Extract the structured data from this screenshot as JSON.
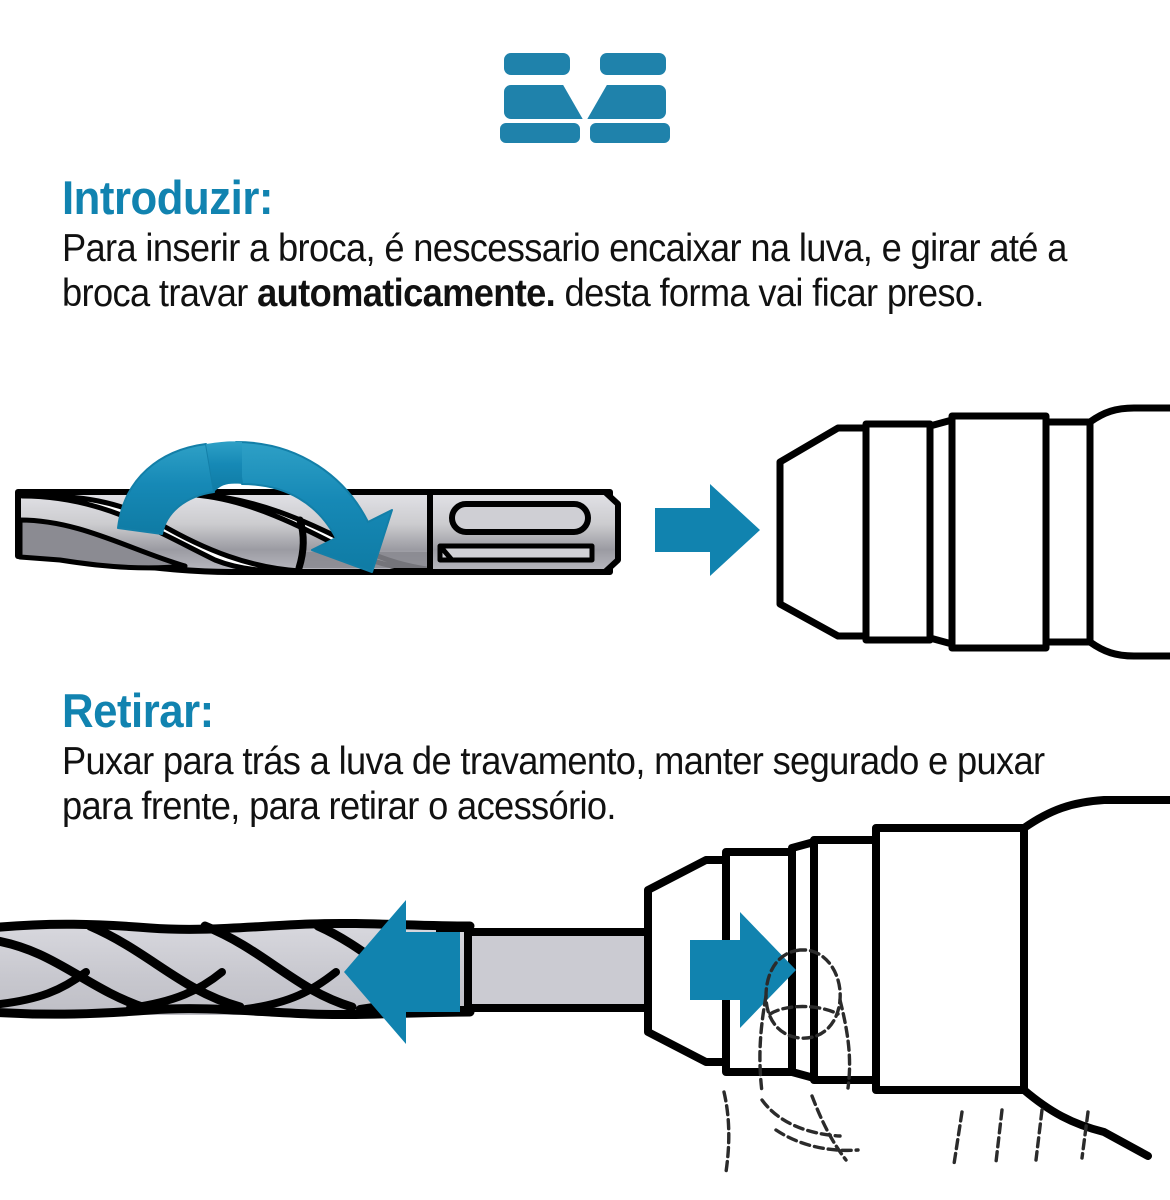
{
  "document": {
    "title": "Instruções de uso do mandril SDS",
    "language": "pt-BR",
    "background_color": "#ffffff"
  },
  "colors": {
    "accent_blue": "#1183b0",
    "arrow_blue": "#1183af",
    "arrow_blue_light": "#2a9cc4",
    "heading_blue": "#1183b0",
    "body_text": "#111111",
    "metal_light": "#cfcfd6",
    "metal_mid": "#b9b9c1",
    "metal_dark": "#8a8a90",
    "outline": "#000000",
    "sketch_line": "#2b2b2b"
  },
  "logo": {
    "name": "brand-logo",
    "description": "two blue bracket shapes with a white downward arrow notch between them",
    "color": "#1f82ab"
  },
  "sections": [
    {
      "id": "introduzir",
      "heading": "Introduzir:",
      "paragraph_lines": [
        [
          {
            "text": "Para inserir a broca, é nescessario encaixar na luva, e girar",
            "bold": false
          }
        ],
        [
          {
            "text": "até a broca travar ",
            "bold": false
          },
          {
            "text": "automaticamente.",
            "bold": true
          },
          {
            "text": " desta forma vai",
            "bold": false
          }
        ],
        [
          {
            "text": "ficar preso.",
            "bold": false
          }
        ]
      ],
      "plain_text": "Para inserir a broca, é nescessario encaixar na luva, e girar até a broca travar automaticamente. desta forma vai ficar preso.",
      "illustration": {
        "name": "insert-drill-bit-into-chuck",
        "elements": [
          "sds-drill-bit-with-flutes",
          "rotation-arrow-curved",
          "insertion-arrow-right",
          "drill-chuck-sleeve"
        ],
        "arrow_direction": "right",
        "rotation_arrow": "clockwise-curved"
      }
    },
    {
      "id": "retirar",
      "heading": "Retirar:",
      "paragraph_lines": [
        [
          {
            "text": "Puxar para trás a luva de travamento, manter segurado",
            "bold": false
          }
        ],
        [
          {
            "text": "e puxar para frente, para retirar o acessório.",
            "bold": false
          }
        ]
      ],
      "plain_text": "Puxar para trás a luva de travamento, manter segurado e puxar para frente, para retirar o acessório.",
      "illustration": {
        "name": "remove-drill-bit-from-chuck",
        "elements": [
          "twisted-drill-bit",
          "pull-arrow-left",
          "push-sleeve-arrow-right",
          "drill-chuck-sleeve",
          "thumb-sketch"
        ],
        "arrow_direction_bit": "left",
        "arrow_direction_sleeve": "right"
      }
    }
  ]
}
